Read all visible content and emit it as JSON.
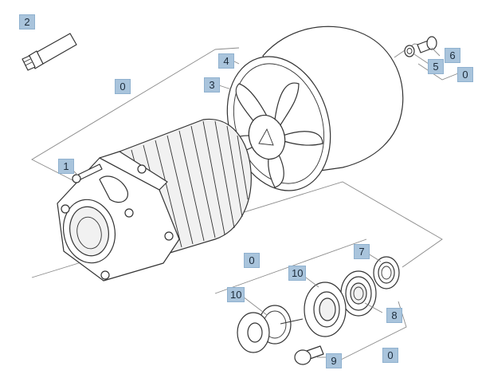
{
  "labels": {
    "tube": "2",
    "group_motor": "0",
    "fan_cover": "4",
    "fan": "3",
    "screw": "1",
    "pin": "6",
    "washer": "5",
    "group_pin": "0",
    "group_bearing": "0",
    "sealing_ring": "7",
    "bearing_disc": "10",
    "thrust_washer": "10",
    "ball_bearing": "8",
    "bolt": "9",
    "group_bearing_bottom": "0"
  },
  "colors": {
    "label_fill": "#a9c4dc",
    "label_border": "#8fb1cf",
    "leader_line": "#8a8a8a",
    "outline": "#333333"
  }
}
